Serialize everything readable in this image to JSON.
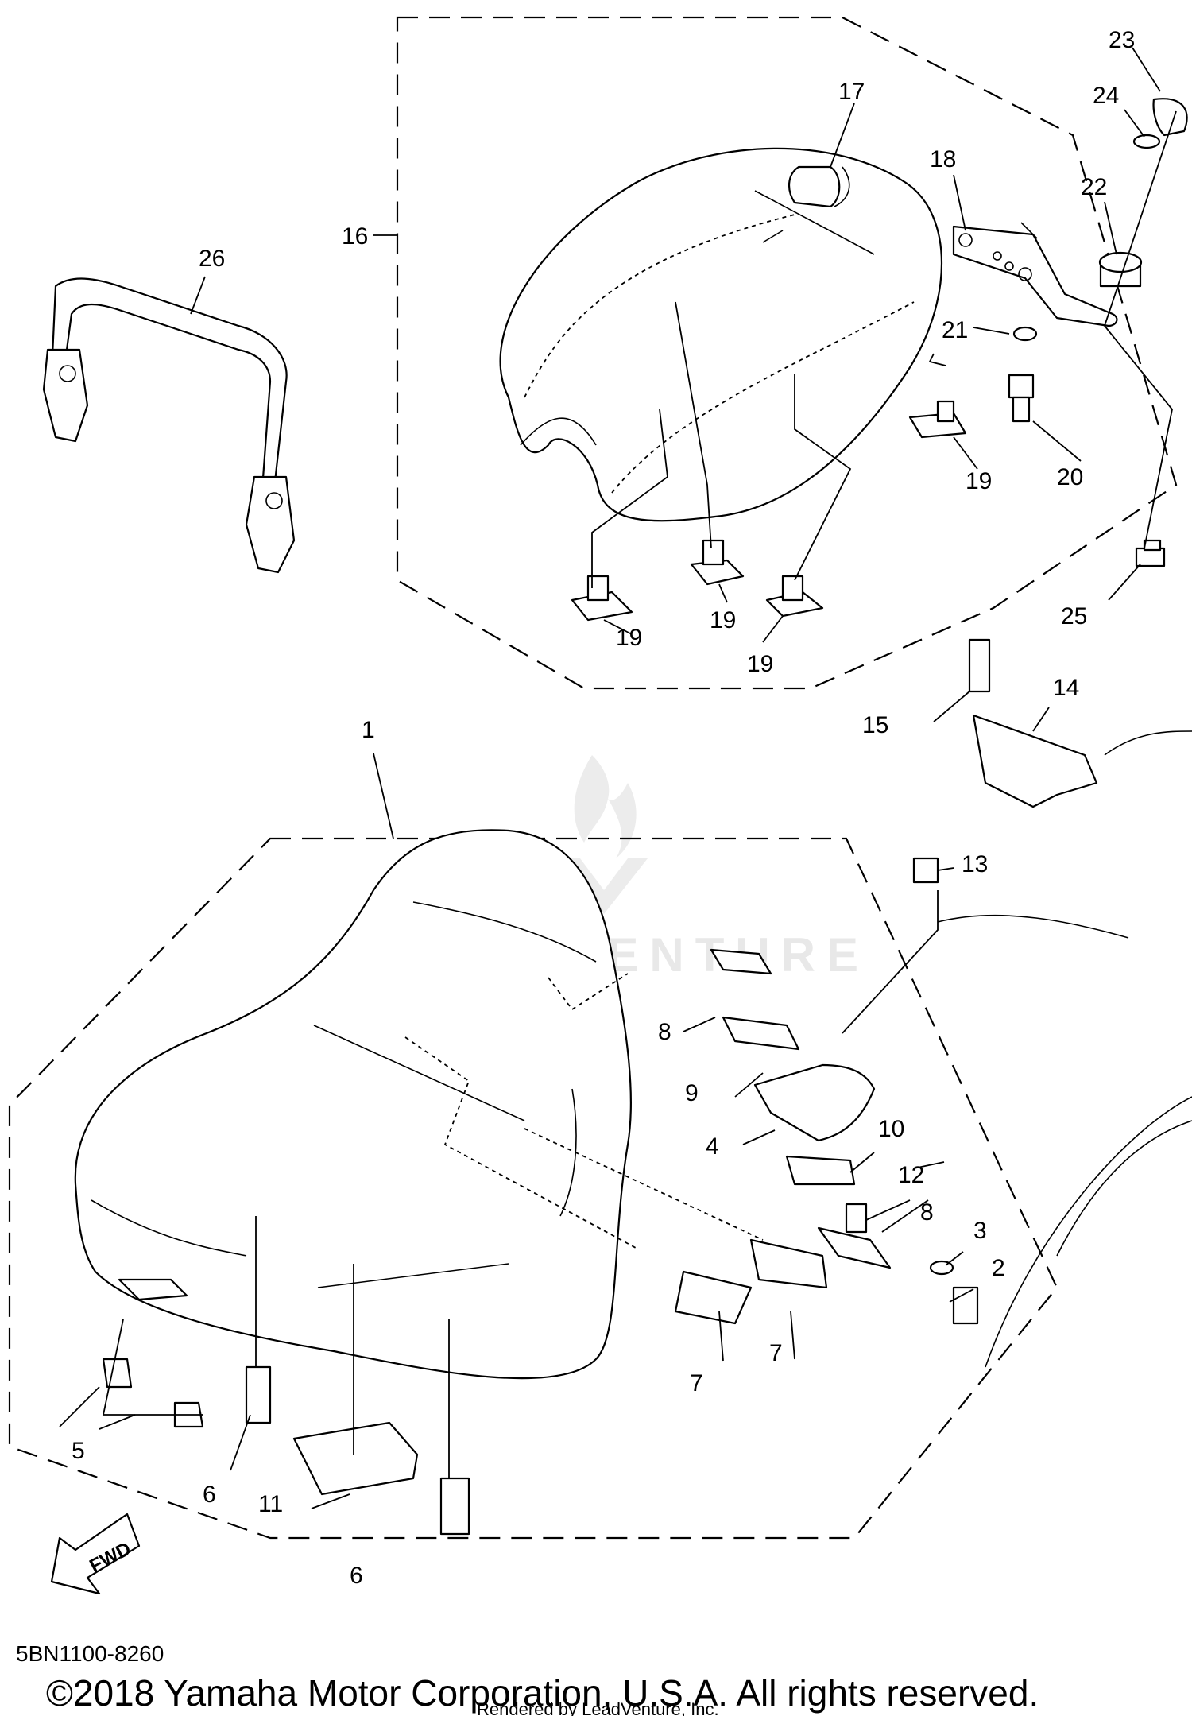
{
  "diagram": {
    "callouts": [
      "1",
      "2",
      "3",
      "4",
      "5",
      "6",
      "6",
      "7",
      "7",
      "8",
      "8",
      "9",
      "10",
      "11",
      "12",
      "13",
      "14",
      "15",
      "16",
      "17",
      "18",
      "19",
      "19",
      "19",
      "19",
      "20",
      "21",
      "22",
      "23",
      "24",
      "25",
      "26"
    ],
    "diagram_code": "5BN1100-8260",
    "fwd_label": "FWD",
    "watermark": "LEADVENTURE",
    "copyright": "©2018 Yamaha Motor Corporation, U.S.A. All rights reserved.",
    "rendered_by": "Rendered by LeadVenture, Inc.",
    "colors": {
      "line": "#000000",
      "background": "#ffffff",
      "watermark": "#e8e8e8"
    }
  }
}
